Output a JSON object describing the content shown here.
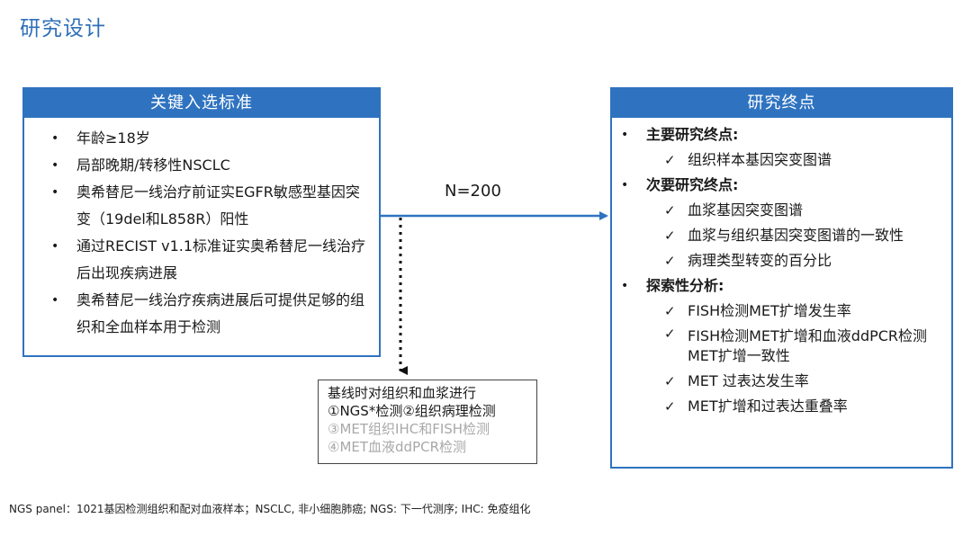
{
  "page_title": "研究设计",
  "inclusion": {
    "header": "关键入选标准",
    "items": [
      "年龄≥18岁",
      "局部晚期/转移性NSCLC",
      "奥希替尼一线治疗前证实EGFR敏感型基因突变（19del和L858R）阳性",
      "通过RECIST v1.1标准证实奥希替尼一线治疗后出现疾病进展",
      "奥希替尼一线治疗疾病进展后可提供足够的组织和全血样本用于检测"
    ]
  },
  "arrow_label": "N=200",
  "baseline": {
    "line1": "基线时对组织和血浆进行",
    "line2": "①NGS*检测②组织病理检测",
    "line3": "③MET组织IHC和FISH检测",
    "line4": "④MET血液ddPCR检测"
  },
  "endpoints": {
    "header": "研究终点",
    "primary": {
      "title": "主要研究终点:",
      "items": [
        "组织样本基因突变图谱"
      ]
    },
    "secondary": {
      "title": "次要研究终点:",
      "items": [
        "血浆基因突变图谱",
        "血浆与组织基因突变图谱的一致性",
        "病理类型转变的百分比"
      ]
    },
    "exploratory": {
      "title": "探索性分析:",
      "items": [
        "FISH检测MET扩增发生率",
        "FISH检测MET扩增和血液ddPCR检测MET扩增一致性",
        "MET 过表达发生率",
        "MET扩增和过表达重叠率"
      ]
    }
  },
  "footnote": "NGS panel：1021基因检测组织和配对血液样本；NSCLC, 非小细胞肺癌; NGS: 下一代测序; IHC: 免疫组化",
  "colors": {
    "accent": "#2f73c0",
    "title": "#2f6fb8",
    "muted": "#a8a8a8"
  }
}
